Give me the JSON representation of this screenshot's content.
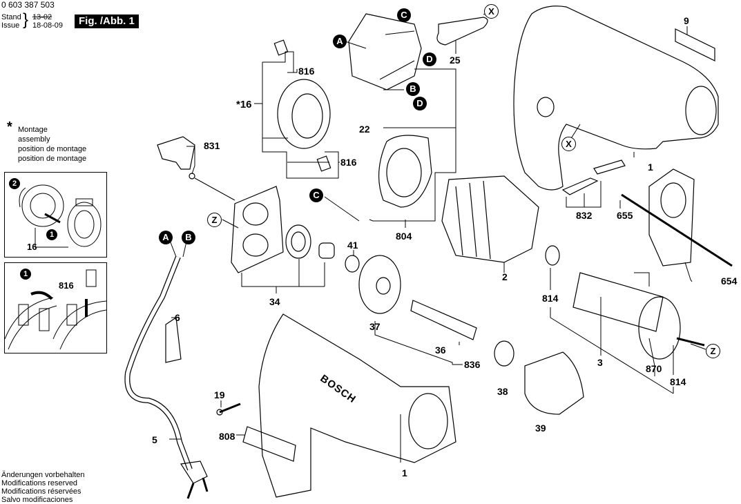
{
  "header": {
    "document_number": "0 603 387 503",
    "stand_label": "Stand",
    "issue_label": "Issue",
    "old_date": "13-02",
    "new_date": "18-08-09",
    "figure_label": "Fig. /Abb. 1"
  },
  "legend": {
    "symbol": "*",
    "lines": [
      "Montage",
      "assembly",
      "position de montage",
      "position de montage"
    ]
  },
  "insets": [
    {
      "step_labels": [
        "2",
        "1"
      ],
      "part_label": "16"
    },
    {
      "step_labels": [
        "1"
      ],
      "part_label": "816"
    }
  ],
  "footer": {
    "lines": [
      "Änderungen vorbehalten",
      "Modifications reserved",
      "Modifications réservées",
      "Salvo modificaciones"
    ]
  },
  "part_labels": [
    {
      "id": "p9",
      "text": "9"
    },
    {
      "id": "p25",
      "text": "25"
    },
    {
      "id": "p816a",
      "text": "816"
    },
    {
      "id": "p16",
      "text": "*16"
    },
    {
      "id": "p22",
      "text": "22"
    },
    {
      "id": "p831",
      "text": "831"
    },
    {
      "id": "p816b",
      "text": "816"
    },
    {
      "id": "p1a",
      "text": "1"
    },
    {
      "id": "p832",
      "text": "832"
    },
    {
      "id": "p655",
      "text": "655"
    },
    {
      "id": "p804",
      "text": "804"
    },
    {
      "id": "p41",
      "text": "41"
    },
    {
      "id": "p2",
      "text": "2"
    },
    {
      "id": "p654",
      "text": "654"
    },
    {
      "id": "p34",
      "text": "34"
    },
    {
      "id": "p814a",
      "text": "814"
    },
    {
      "id": "p6",
      "text": "6"
    },
    {
      "id": "p37",
      "text": "37"
    },
    {
      "id": "p36",
      "text": "36"
    },
    {
      "id": "p836",
      "text": "836"
    },
    {
      "id": "p3",
      "text": "3"
    },
    {
      "id": "p870",
      "text": "870"
    },
    {
      "id": "p814b",
      "text": "814"
    },
    {
      "id": "p19",
      "text": "19"
    },
    {
      "id": "p38",
      "text": "38"
    },
    {
      "id": "p39",
      "text": "39"
    },
    {
      "id": "p5",
      "text": "5"
    },
    {
      "id": "p808",
      "text": "808"
    },
    {
      "id": "p1b",
      "text": "1"
    }
  ],
  "connector_markers": [
    {
      "id": "mA1",
      "text": "A",
      "style": "black"
    },
    {
      "id": "mC1",
      "text": "C",
      "style": "black"
    },
    {
      "id": "mD1",
      "text": "D",
      "style": "black"
    },
    {
      "id": "mB1",
      "text": "B",
      "style": "black"
    },
    {
      "id": "mD2",
      "text": "D",
      "style": "black"
    },
    {
      "id": "mC2",
      "text": "C",
      "style": "black"
    },
    {
      "id": "mA2",
      "text": "A",
      "style": "black"
    },
    {
      "id": "mB2",
      "text": "B",
      "style": "black"
    },
    {
      "id": "mX1",
      "text": "X",
      "style": "white"
    },
    {
      "id": "mX2",
      "text": "X",
      "style": "white"
    },
    {
      "id": "mZ1",
      "text": "Z",
      "style": "white"
    },
    {
      "id": "mZ2",
      "text": "Z",
      "style": "white"
    }
  ],
  "brand_text": "BOSCH"
}
